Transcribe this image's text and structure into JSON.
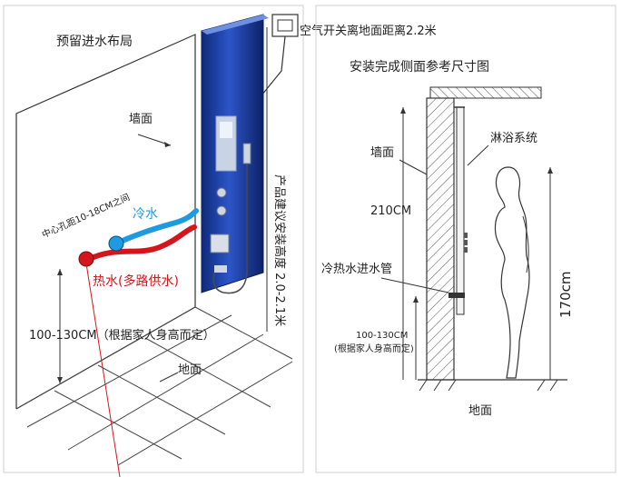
{
  "left_panel": {
    "title": "预留进水布局",
    "wall_label": "墙面",
    "cold_label": "冷水",
    "hot_label": "热水(多路供水)",
    "hole_spacing_label": "中心孔距10-18CM之间",
    "height_range_label": "100-130CM（根据家人身高而定）",
    "floor_label": "地面",
    "install_height_label": "产品建议安装高度 2.0-2.1米",
    "switch_label": "空气开关离地面距离2.2米"
  },
  "right_panel": {
    "title": "安装完成侧面参考尺寸图",
    "shower_label": "淋浴系统",
    "wall_label": "墙面",
    "height_210": "210CM",
    "pipe_label": "冷热水进水管",
    "pipe_height": "100-130CM",
    "pipe_height_note": "(根据家人身高而定)",
    "person_height": "170cm",
    "floor_label": "地面"
  },
  "colors": {
    "hot": "#d4161c",
    "cold": "#1e9be0",
    "panel": "#1f3f9e",
    "line": "#333333"
  }
}
